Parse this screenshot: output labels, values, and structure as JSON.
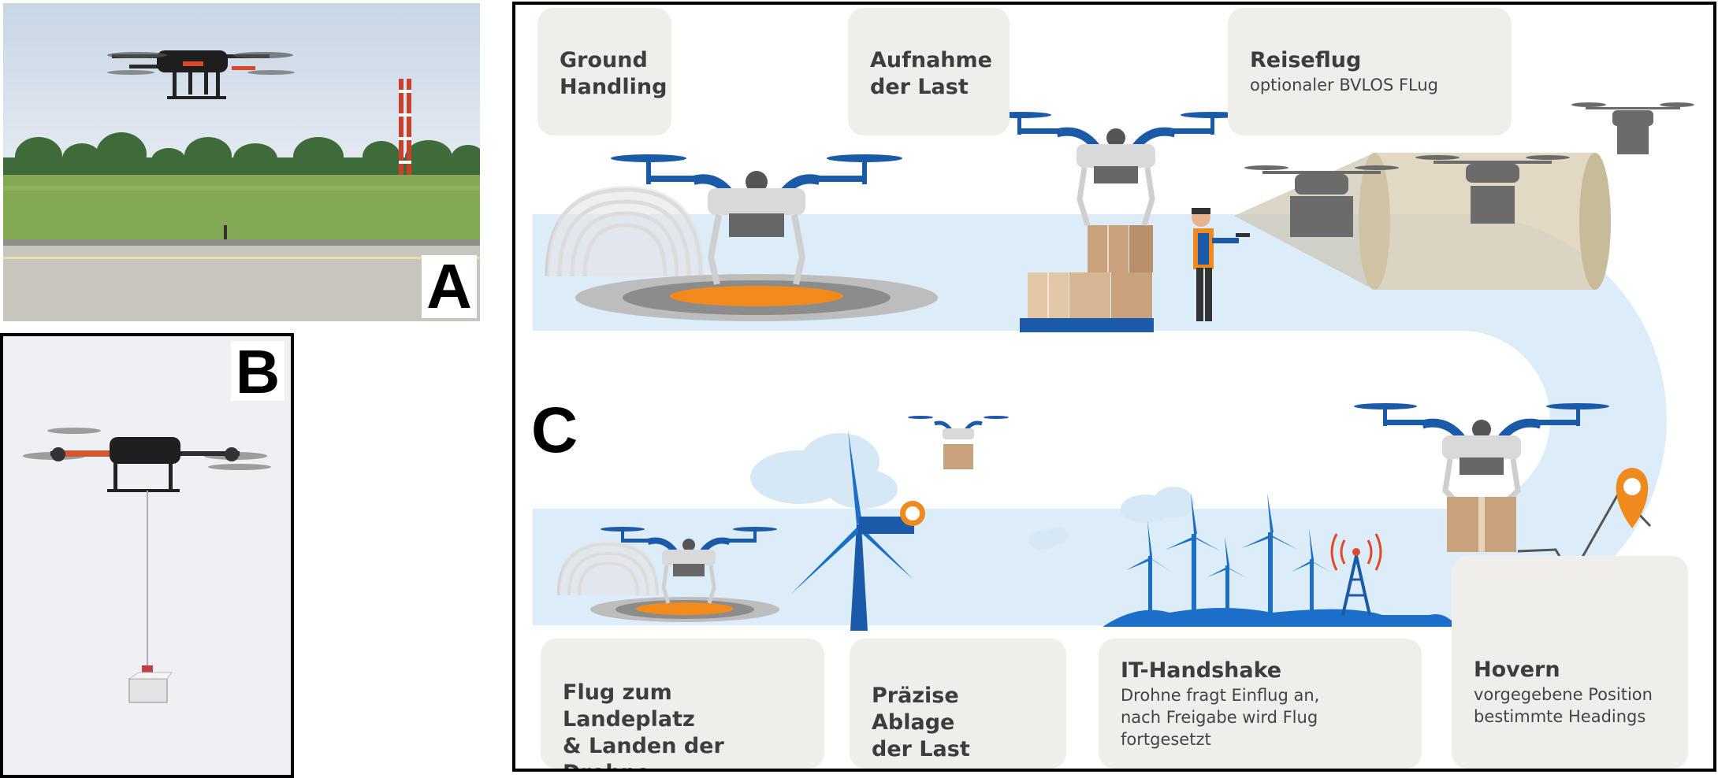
{
  "panels": {
    "a": {
      "letter": "A"
    },
    "b": {
      "letter": "B"
    },
    "c": {
      "letter": "C"
    }
  },
  "steps": {
    "ground_handling": {
      "title": "Ground\nHandling"
    },
    "aufnahme": {
      "title": "Aufnahme\nder Last"
    },
    "reiseflug": {
      "title": "Reiseflug",
      "subtitle": "optionaler BVLOS FLug"
    },
    "flug_landeplatz": {
      "title": "Flug zum Landeplatz\n& Landen der Drohne"
    },
    "ablage": {
      "title": "Präzise Ablage\nder Last"
    },
    "it_handshake": {
      "title": "IT-Handshake",
      "subtitle": "Drohne fragt Einflug an,\nnach Freigabe wird Flug\nfortgesetzt"
    },
    "hovern": {
      "title": "Hovern",
      "subtitle": "vorgegebene Position\nbestimmte Headings"
    }
  },
  "colors": {
    "path_blue": "#dcecf8",
    "drone_blue": "#1b5aa8",
    "pad_orange": "#f38a1c",
    "card_bg": "#efeeea",
    "box_brown": "#c8a27c",
    "pin_orange": "#f08a1e"
  }
}
